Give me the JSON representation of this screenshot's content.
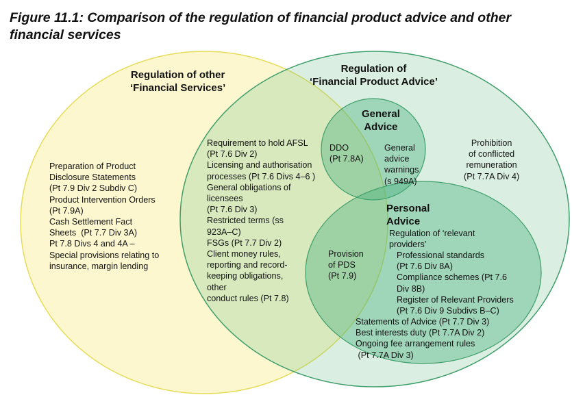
{
  "title": "Figure 11.1: Comparison of the regulation of financial product advice and other financial services",
  "colors": {
    "other_services": "#f6f0a0",
    "product_advice": "#bfe6cf",
    "general_advice": "#8fd0ae",
    "personal_advice": "#8fd0ae"
  },
  "sets": {
    "other_services": {
      "heading": "Regulation of other\n‘Financial Services’",
      "only_items": "Preparation of Product\nDisclosure Statements\n(Pt 7.9 Div 2 Subdiv C)\nProduct Intervention Orders\n(Pt 7.9A)\nCash Settlement Fact\nSheets  (Pt 7.7 Div 3A)\nPt 7.8 Divs 4 and 4A –\nSpecial provisions relating to\ninsurance, margin lending"
    },
    "product_advice": {
      "heading": "Regulation of\n‘Financial Product Advice’",
      "only_items": "Prohibition\nof conflicted\nremuneration\n(Pt 7.7A Div 4)"
    },
    "shared_items": "Requirement to hold AFSL\n(Pt 7.6 Div 2)\nLicensing and authorisation\nprocesses (Pt 7.6 Divs 4–6 )\nGeneral obligations of\nlicensees\n(Pt 7.6 Div 3)\nRestricted terms (ss\n923A–C)\nFSGs (Pt 7.7 Div 2)\nClient money rules,\nreporting and record-\nkeeping obligations,\nother\nconduct rules (Pt 7.8)",
    "general_advice": {
      "heading": "General\nAdvice",
      "overlap_item": "DDO\n(Pt 7.8A)",
      "items": "General\nadvice\nwarnings\n(s 949A)"
    },
    "personal_advice": {
      "heading": "Personal\nAdvice",
      "overlap_item": "Provision\nof PDS\n(Pt 7.9)",
      "relevant_providers": "Regulation of ‘relevant\nproviders’",
      "sub_items": "Professional standards\n(Pt 7.6 Div 8A)\nCompliance schemes (Pt 7.6\nDiv 8B)\nRegister of Relevant Providers\n(Pt 7.6 Div 9 Subdivs B–C)",
      "items": "Statements of Advice (Pt 7.7 Div 3)\nBest interests duty (Pt 7.7A Div 2)\nOngoing fee arrangement rules\n (Pt 7.7A Div 3)"
    }
  }
}
